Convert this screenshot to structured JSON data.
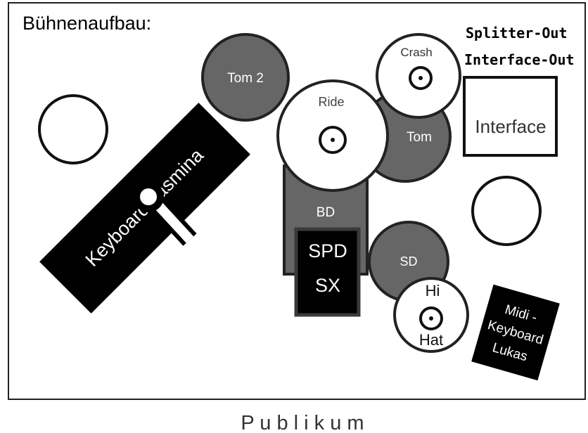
{
  "title": "Bühnenaufbau:",
  "splitter_out": "Splitter-Out",
  "interface_out": "Interface-Out",
  "interface_box": "Interface",
  "tom2": "Tom 2",
  "crash": "Crash",
  "ride": "Ride",
  "tom": "Tom",
  "bd": "BD",
  "spd_line1": "SPD",
  "spd_line2": "SX",
  "sd": "SD",
  "hihat_line1": "Hi",
  "hihat_line2": "Hat",
  "keyboard_jasmina": "Keyboard Jasmina",
  "midi_line1": "Midi -",
  "midi_line2": "Keyboard",
  "midi_line3": "Lukas",
  "audience": "P u b l i k u m"
}
